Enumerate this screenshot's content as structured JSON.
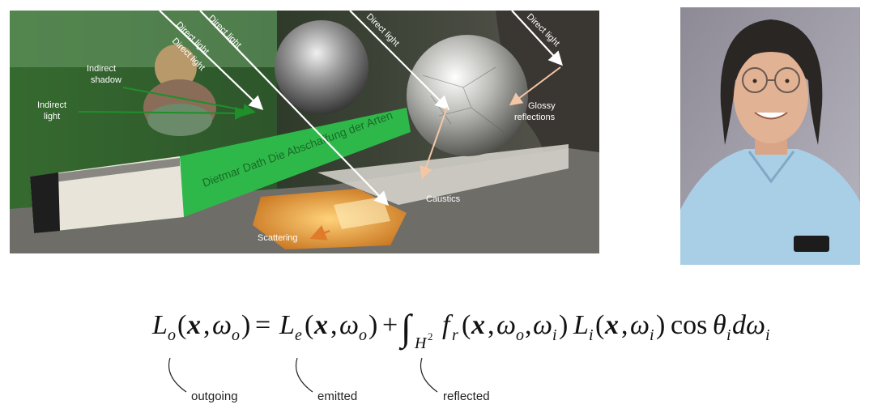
{
  "scene": {
    "labels": {
      "direct_light_1": "Direct light",
      "direct_light_2": "Direct light",
      "direct_light_3": "Direct light",
      "direct_light_4": "Direct light",
      "direct_light_5": "Direct light",
      "indirect_shadow_line1": "Indirect",
      "indirect_shadow_line2": "shadow",
      "indirect_light_line1": "Indirect",
      "indirect_light_line2": "light",
      "glossy_line1": "Glossy",
      "glossy_line2": "reflections",
      "caustics": "Caustics",
      "scattering": "Scattering",
      "book_spine_text": "Dietmar Dath  Die Abschaffung der Arten"
    },
    "colors": {
      "book_green": "#2fb84a",
      "arrow_white": "#ffffff",
      "arrow_green": "#1f8f2a",
      "arrow_peach": "#f3c7a6",
      "arrow_orange": "#e07b2a"
    }
  },
  "equation": {
    "L": "L",
    "sub_o": "o",
    "sub_e": "e",
    "sub_i": "i",
    "sub_r": "r",
    "x": "x",
    "omega": "ω",
    "equals": "=",
    "plus": "+",
    "comma": ",",
    "lparen": "(",
    "rparen": ")",
    "integral": "∫",
    "H": "H",
    "two": "2",
    "f": "f",
    "cos": "cos",
    "theta": "θ",
    "d": "d"
  },
  "annotations": {
    "outgoing": "outgoing",
    "emitted": "emitted",
    "reflected": "reflected"
  }
}
